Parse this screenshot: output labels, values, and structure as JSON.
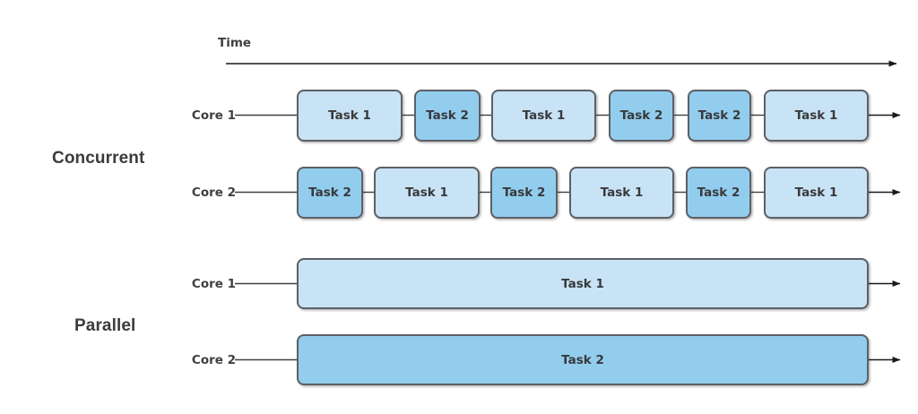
{
  "diagram": {
    "title_time": "Time",
    "sections": [
      {
        "name": "concurrent",
        "label": "Concurrent"
      },
      {
        "name": "parallel",
        "label": "Parallel"
      }
    ],
    "colors": {
      "task_1_fill": "#c8e3f5",
      "task_2_fill": "#92cdee",
      "box_stroke": "#5c6066",
      "text": "#39393b",
      "arrow": "#1a1a1a",
      "background": "#ffffff"
    },
    "concurrent": {
      "rows": [
        {
          "core_label": "Core 1",
          "boxes": [
            {
              "label": "Task 1",
              "task": 1
            },
            {
              "label": "Task 2",
              "task": 2
            },
            {
              "label": "Task 1",
              "task": 1
            },
            {
              "label": "Task 2",
              "task": 2
            },
            {
              "label": "Task 2",
              "task": 2
            },
            {
              "label": "Task 1",
              "task": 1
            }
          ]
        },
        {
          "core_label": "Core 2",
          "boxes": [
            {
              "label": "Task 2",
              "task": 2
            },
            {
              "label": "Task 1",
              "task": 1
            },
            {
              "label": "Task 2",
              "task": 2
            },
            {
              "label": "Task 1",
              "task": 1
            },
            {
              "label": "Task 2",
              "task": 2
            },
            {
              "label": "Task 1",
              "task": 1
            }
          ]
        }
      ]
    },
    "parallel": {
      "rows": [
        {
          "core_label": "Core 1",
          "bar": {
            "label": "Task 1",
            "task": 1
          }
        },
        {
          "core_label": "Core 2",
          "bar": {
            "label": "Task 2",
            "task": 2
          }
        }
      ]
    },
    "icons": {
      "time_axis_arrow": "arrow-right-icon",
      "row_end_arrow": "arrow-right-icon"
    }
  }
}
